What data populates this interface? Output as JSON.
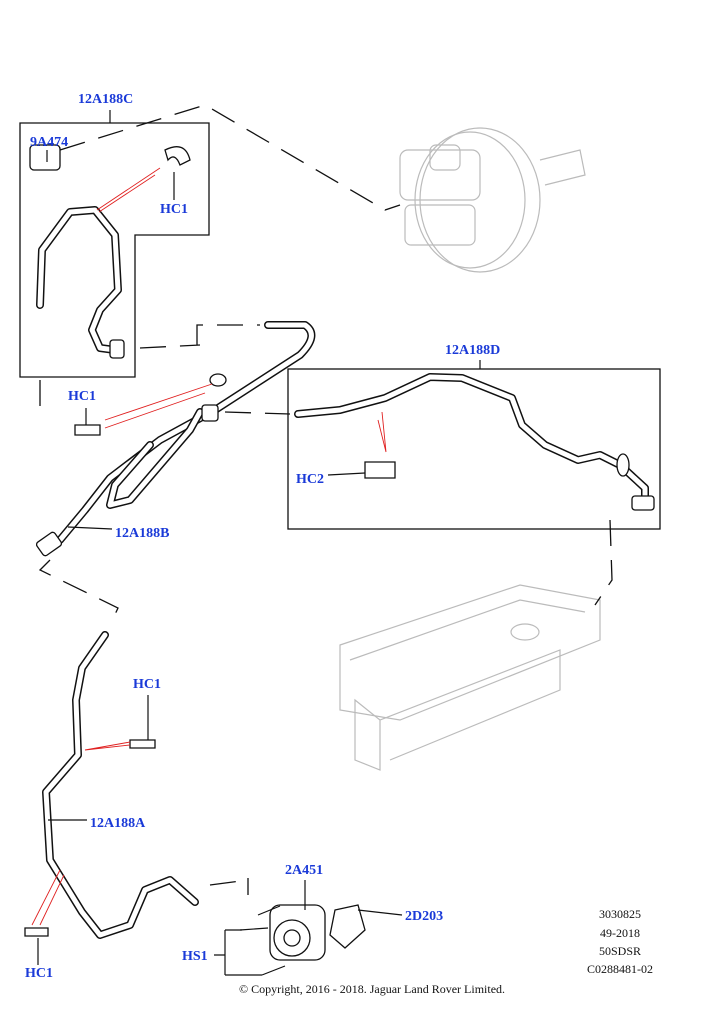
{
  "callouts": {
    "hose_upper": "12A188C",
    "sensor": "9A474",
    "clip_upper": "HC1",
    "hose_right": "12A188D",
    "clip_left": "HC1",
    "clip_hc2": "HC2",
    "hose_middle": "12A188B",
    "clip_mid": "HC1",
    "hose_lower": "12A188A",
    "vacuum_pump": "2A451",
    "gasket": "2D203",
    "bolts": "HS1",
    "clip_bottom": "HC1"
  },
  "reference": [
    "3030825",
    "49-2018",
    "50SDSR",
    "C0288481-02"
  ],
  "copyright": "© Copyright, 2016 - 2018. Jaguar Land Rover Limited.",
  "colors": {
    "callout": "#1a3ad8",
    "leader_red": "#e02020",
    "ghost": "#bbbbbb"
  }
}
